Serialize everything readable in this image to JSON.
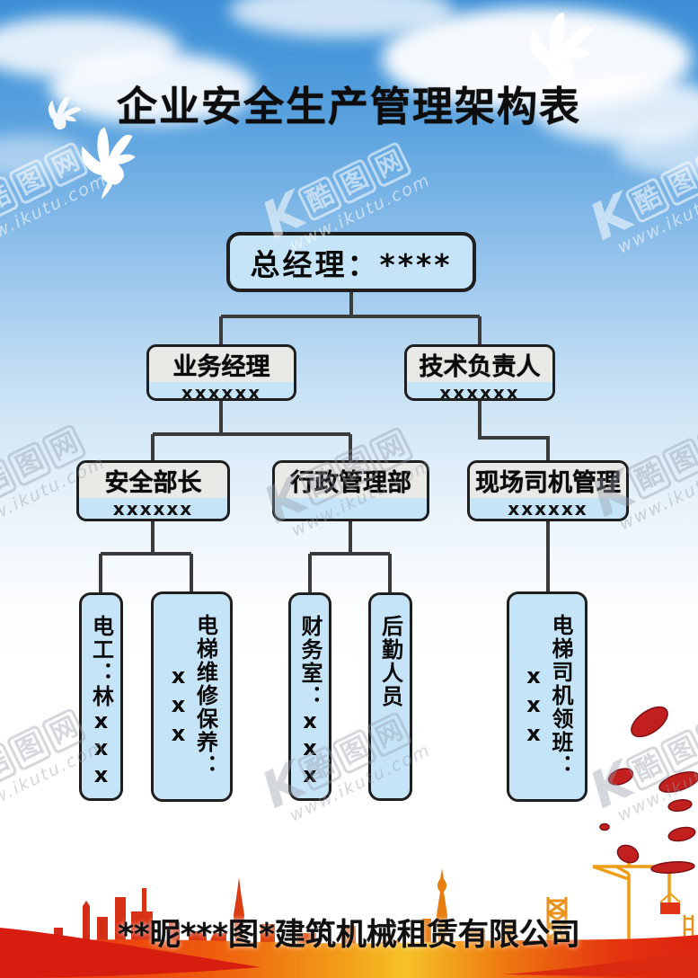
{
  "poster": {
    "title": "企业安全生产管理架构表",
    "company": "**昵***图*建筑机械租赁有限公司"
  },
  "org": {
    "l1": {
      "label": "总经理：****"
    },
    "l2": [
      {
        "title": "业务经理",
        "value": "xxxxxx"
      },
      {
        "title": "技术负责人",
        "value": "xxxxxx"
      }
    ],
    "l3": [
      {
        "title": "安全部长",
        "value": "xxxxxx"
      },
      {
        "title": "行政管理部",
        "value": ""
      },
      {
        "title": "现场司机管理",
        "value": "xxxxxx"
      }
    ],
    "l4": [
      {
        "label": "电工：林xxx",
        "sub": ""
      },
      {
        "label": "电梯维修保养：",
        "sub": "xxx"
      },
      {
        "label": "财务室：xxx",
        "sub": ""
      },
      {
        "label": "后勤人员",
        "sub": ""
      },
      {
        "label": "电梯司机领班：",
        "sub": "xxx"
      }
    ]
  },
  "watermark": {
    "logo": "K",
    "char1": "酷",
    "char2": "图",
    "char3": "网",
    "url": "www.ikutu.com"
  },
  "colors": {
    "sky_top": "#3c8ed6",
    "box_fill": "#c6e4f7",
    "box_title_fill": "#e9e9e5",
    "box_border": "#1f1f1f",
    "line": "#3b3b3b",
    "skyline_red": "#d3251a",
    "skyline_orange": "#e56a0c",
    "skyline_yellow": "#f1af1e",
    "ribbon_red": "#d61d10",
    "petal_red": "#c2201f"
  }
}
